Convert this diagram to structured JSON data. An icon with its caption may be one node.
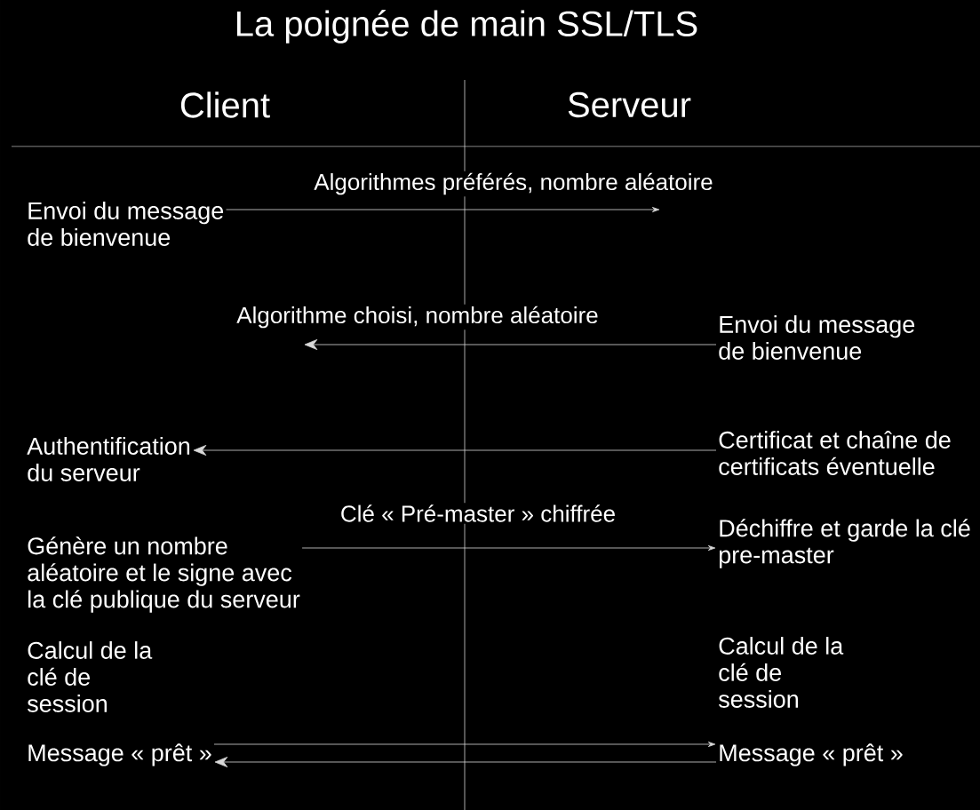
{
  "diagram": {
    "title": "La poignée de main SSL/TLS",
    "nodes": [
      {
        "text": [
          "Envoi du message de bienvenue"
        ]
      },
      {
        "text": [
          "Authentification du serveur"
        ]
      },
      {
        "text": [
          "Génère un nombre aléatoire et le signe avec la clé publique du serveur"
        ]
      },
      {
        "text": [
          "Calcul de la clé de session"
        ]
      },
      {
        "text": [
          "Message « prêt »"
        ]
      },
      {
        "text": [
          "Envoi du message de bienvenue"
        ]
      },
      {
        "text": [
          "Certificat et chaîne de certificats éventuelle"
        ]
      },
      {
        "text": [
          "Déchiffre et garde la clé pre-master"
        ]
      },
      {
        "text": [
          "Calcul de la clé de session"
        ]
      },
      {
        "text": [
          "Message « prêt »"
        ]
      }
    ],
    "edges": [
      {
        "from": 0,
        "to": null,
        "arrow": "to",
        "label": "Algorithmes préférés, nombre aléatoire"
      },
      {
        "from": 5,
        "to": null,
        "arrow": "to",
        "label": "Algorithme choisi, nombre aléatoire"
      },
      {
        "from": 6,
        "to": 1,
        "arrow": "to"
      },
      {
        "from": 2,
        "to": 7,
        "arrow": "to",
        "label": "Clé « Pré-master » chiffrée"
      },
      {
        "from": 4,
        "to": 9,
        "arrow": "to"
      },
      {
        "from": 9,
        "to": 4,
        "arrow": "to"
      }
    ],
    "labels": [
      "Client",
      "Serveur"
    ]
  }
}
